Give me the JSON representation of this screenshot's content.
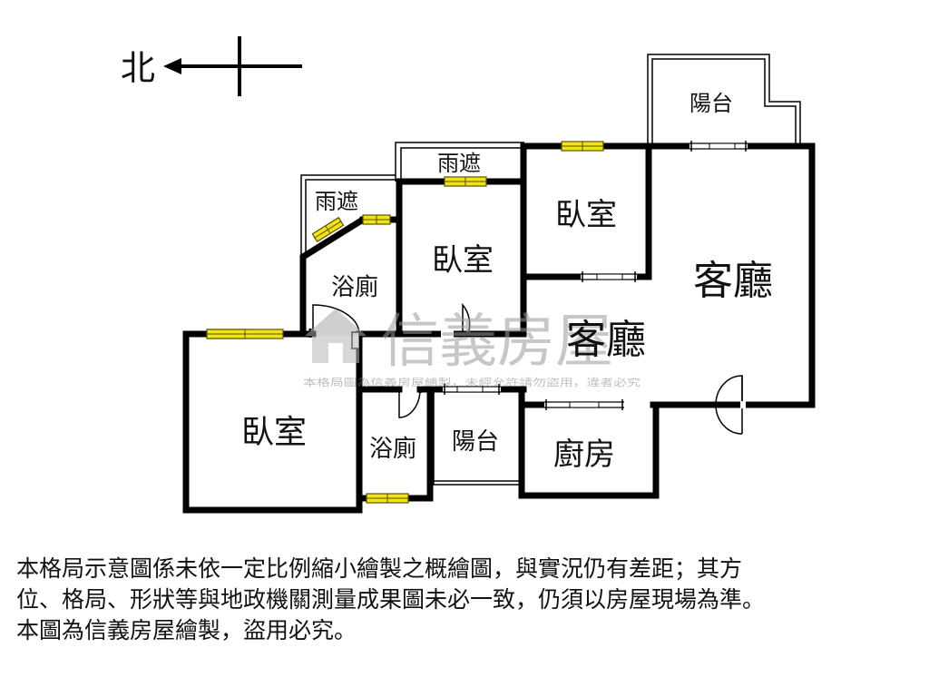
{
  "compass": {
    "label": "北"
  },
  "rooms": {
    "balcony_top": "陽台",
    "awning_center": "雨遮",
    "awning_left": "雨遮",
    "bedroom_top": "臥室",
    "bedroom_middle": "臥室",
    "bathroom_upper": "浴廁",
    "living_room_right": "客廳",
    "living_room_center": "客廳",
    "bedroom_bottom": "臥室",
    "bathroom_lower": "浴廁",
    "balcony_lower": "陽台",
    "kitchen": "廚房"
  },
  "watermark": {
    "brand": "信義房屋",
    "notice": "本格局圖為信義房屋繪製，未經允許請勿盜用，違者必究"
  },
  "disclaimer": {
    "line1": "本格局示意圖係未依一定比例縮小繪製之概繪圖，與實況仍有差距；其方",
    "line2": "位、格局、形狀等與地政機關測量成果圖未必一致，仍須以房屋現場為準。",
    "line3": "本圖為信義房屋繪製，盜用必究。"
  },
  "colors": {
    "wall": "#000000",
    "window_fill": "#f2e21a",
    "window_stroke": "#5a5200",
    "watermark": "#9a9a9a"
  }
}
